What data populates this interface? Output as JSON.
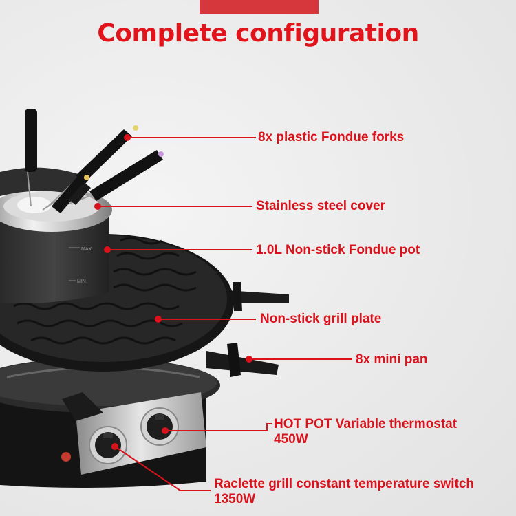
{
  "title": "Complete configuration",
  "colors": {
    "accent": "#e1141c",
    "leader": "#d9121b",
    "tab": "#d6373d",
    "appliance": "#1c1c1c"
  },
  "callouts": {
    "forks": "8x plastic Fondue forks",
    "cover": "Stainless steel cover",
    "pot": "1.0L Non-stick Fondue pot",
    "grill": "Non-stick grill plate",
    "pan": "8x mini pan",
    "thermostat_line1": "HOT POT Variable thermostat",
    "thermostat_line2": "450W",
    "switch_line1": "Raclette grill constant temperature switch",
    "switch_line2": "1350W"
  },
  "pot_marks": {
    "max": "MAX",
    "min": "MIN"
  }
}
